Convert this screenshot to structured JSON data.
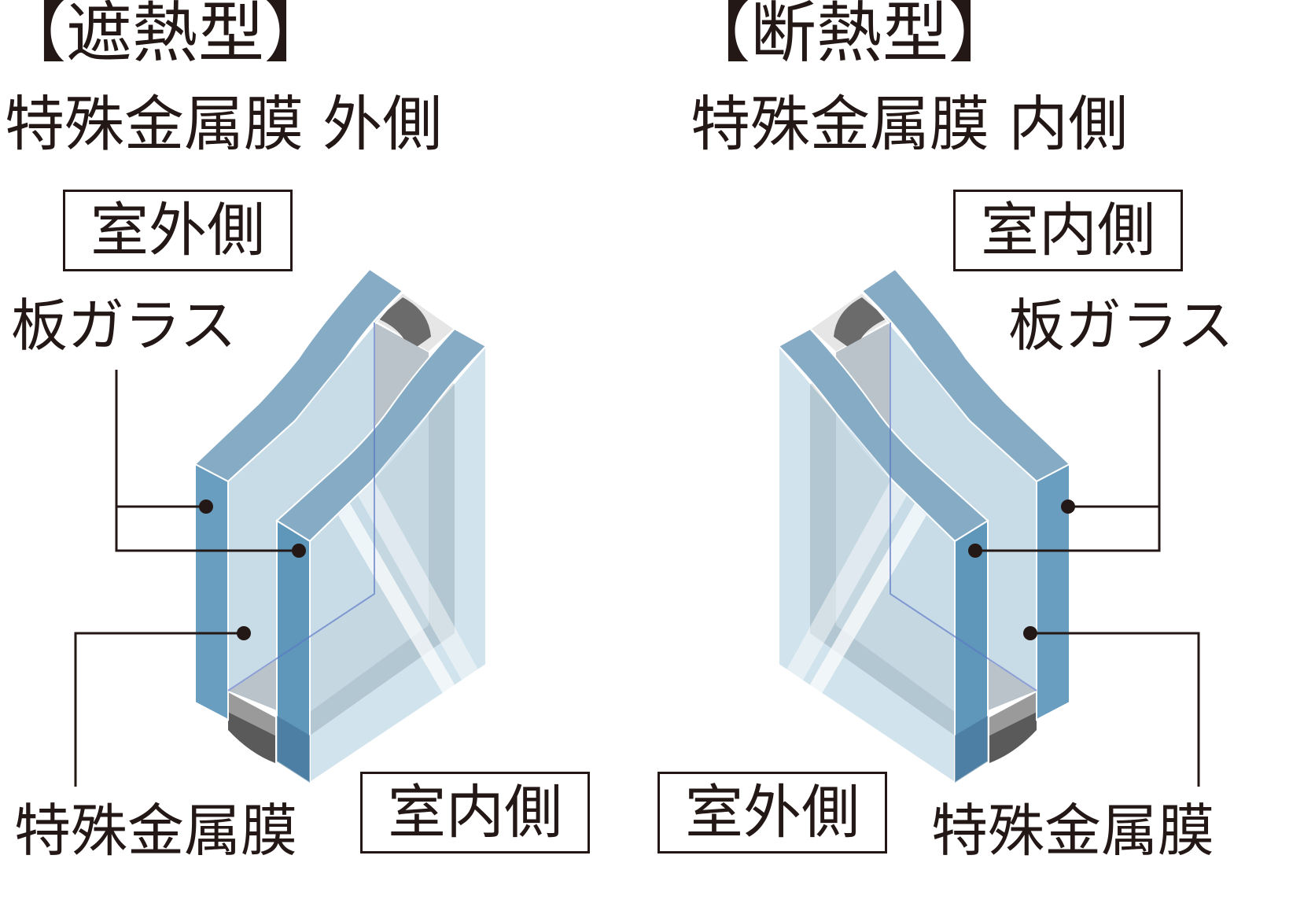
{
  "left_panel": {
    "type_title": "【遮熱型】",
    "subtitle": "特殊金属膜 外側",
    "top_side_box": "室外側",
    "glass_label": "板ガラス",
    "coating_label": "特殊金属膜",
    "bottom_side_box": "室内側"
  },
  "right_panel": {
    "type_title": "【断熱型】",
    "subtitle": "特殊金属膜 内側",
    "top_side_box": "室内側",
    "glass_label": "板ガラス",
    "coating_label": "特殊金属膜",
    "bottom_side_box": "室外側"
  },
  "colors": {
    "text": "#231815",
    "glass_edge": "#6a9ec0",
    "glass_top": "#86abc4",
    "glass_face": "#c5dbe6",
    "spacer_gray": "#6b6b6b",
    "shadow_gray": "#56666e"
  }
}
